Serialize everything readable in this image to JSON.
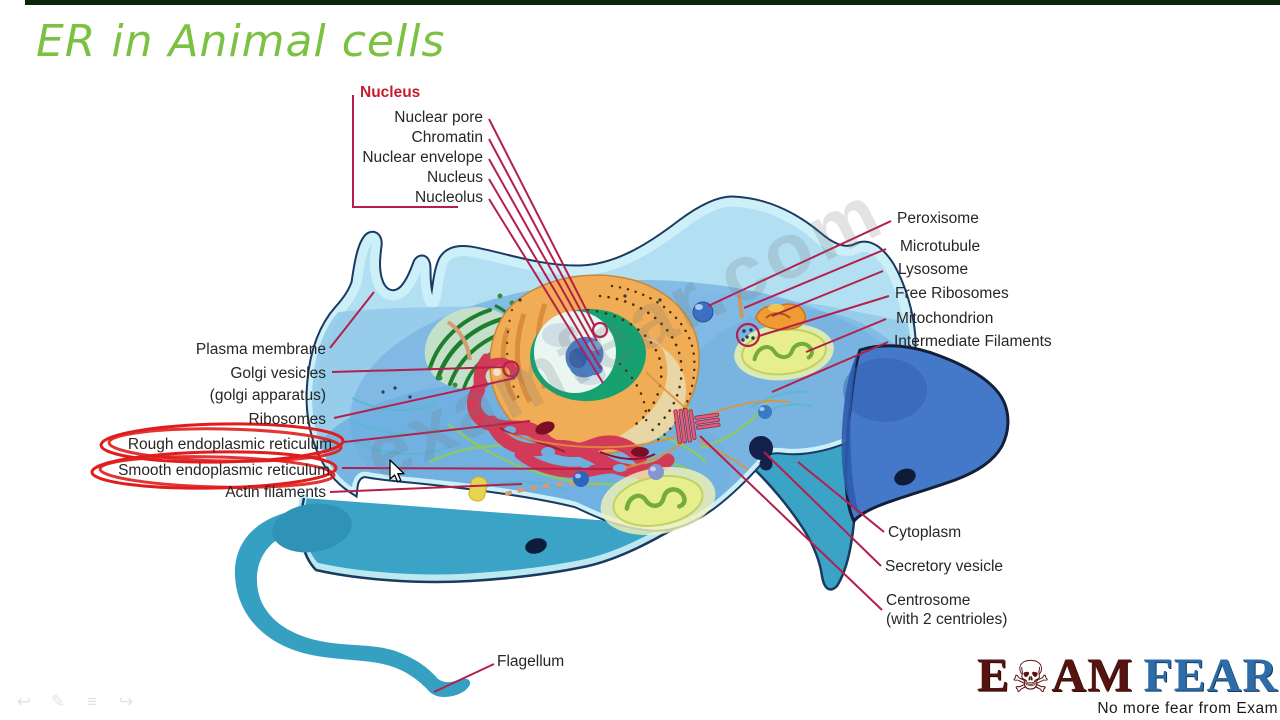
{
  "title": {
    "text": "ER in Animal cells",
    "color": "#7CC242"
  },
  "diagram": {
    "watermark": "examfear.com",
    "nucleus_group": {
      "header": "Nucleus",
      "items": [
        "Nuclear pore",
        "Chromatin",
        "Nuclear envelope",
        "Nucleus",
        "Nucleolus"
      ]
    },
    "left_labels": {
      "plasma_membrane": "Plasma membrane",
      "golgi_vesicles": "Golgi vesicles",
      "golgi_sub": "(golgi apparatus)",
      "ribosomes": "Ribosomes",
      "rough_er": "Rough endoplasmic reticulum",
      "smooth_er": "Smooth endoplasmic reticulum",
      "actin": "Actin filaments"
    },
    "right_labels": {
      "peroxisome": "Peroxisome",
      "microtubule": "Microtubule",
      "lysosome": "Lysosome",
      "free_ribosomes": "Free Ribosomes",
      "mitochondrion": "Mitochondrion",
      "intermediate_filaments": "Intermediate Filaments"
    },
    "bottom_labels": {
      "cytoplasm": "Cytoplasm",
      "secretory_vesicle": "Secretory vesicle",
      "centrosome": "Centrosome",
      "centrosome_sub": "(with 2 centrioles)"
    },
    "flagellum": "Flagellum",
    "annotation": {
      "highlighted": [
        "Rough endoplasmic reticulum",
        "Smooth endoplasmic reticulum"
      ],
      "circle_color": "#E01D1D",
      "leader_color": "#B51F4D"
    }
  },
  "logo": {
    "part_e": "E",
    "skull_icon": "☠",
    "part_am": "AM",
    "part_fear": "FEAR",
    "tagline": "No more fear from Exam",
    "maroon": "#571310",
    "blue": "#2D6CA8"
  },
  "toolbar": {
    "icons": [
      {
        "name": "undo-arrow",
        "glyph": "↩"
      },
      {
        "name": "pen",
        "glyph": "✎"
      },
      {
        "name": "lines",
        "glyph": "≡"
      },
      {
        "name": "redo-arrow",
        "glyph": "↪"
      }
    ]
  }
}
